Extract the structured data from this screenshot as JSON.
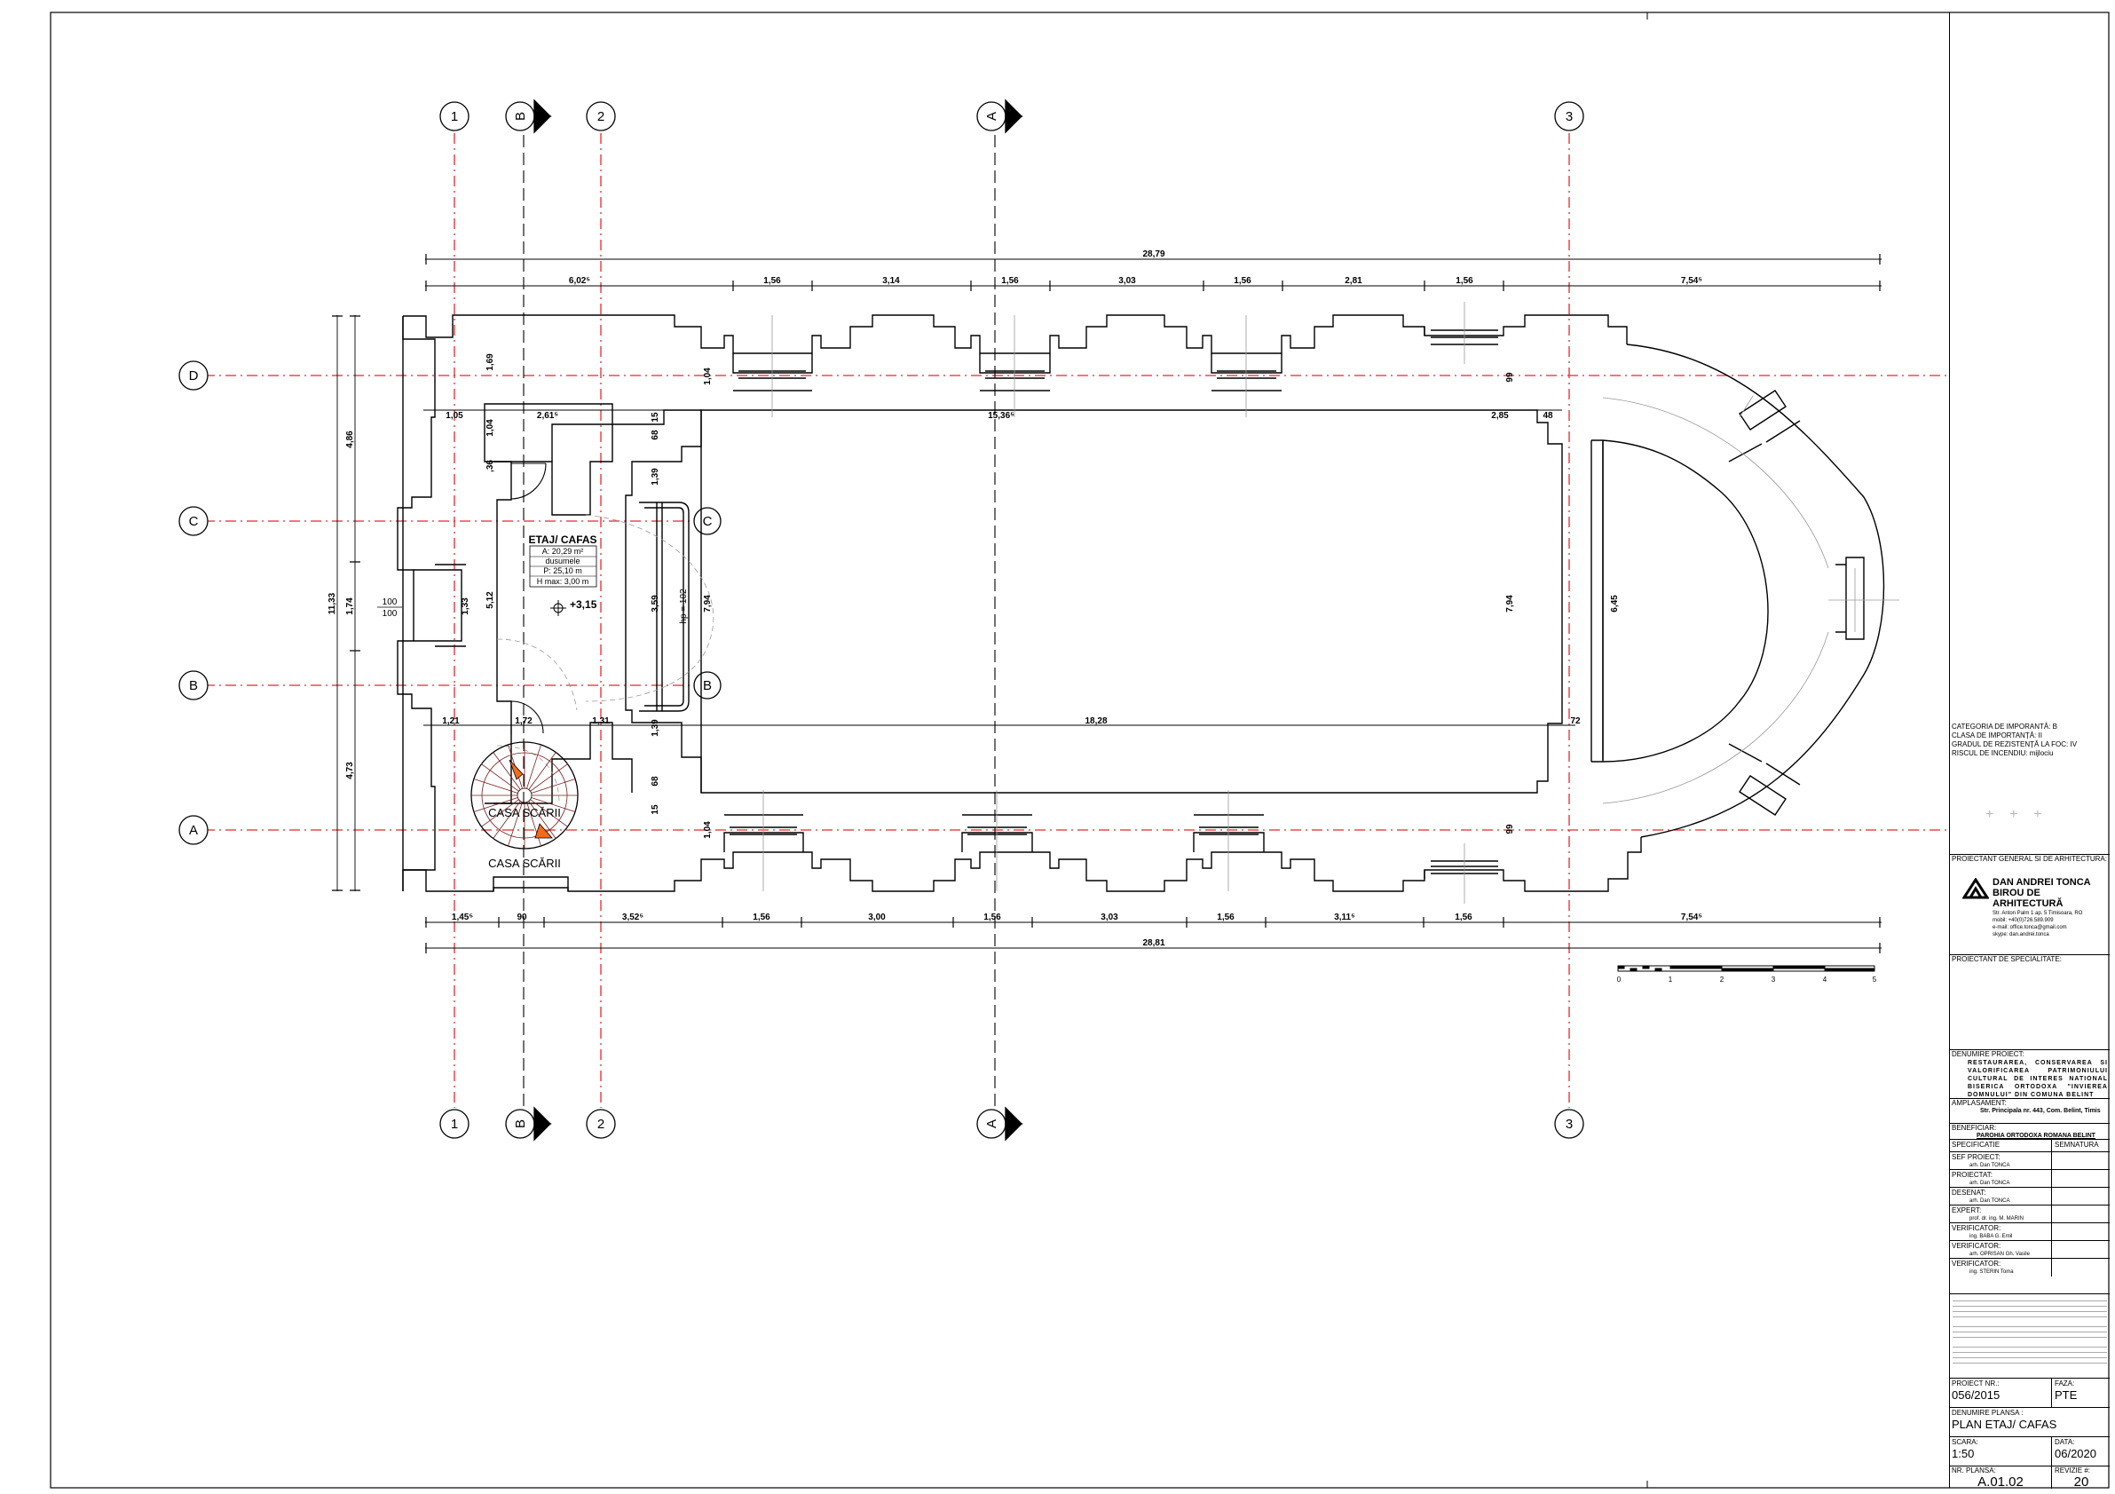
{
  "axes": {
    "vertical": [
      {
        "label": "1"
      },
      {
        "label": "B"
      },
      {
        "label": "2"
      },
      {
        "label": "A"
      },
      {
        "label": "3"
      }
    ],
    "horizontal": [
      {
        "label": "D"
      },
      {
        "label": "C"
      },
      {
        "label": "B"
      },
      {
        "label": "A"
      }
    ],
    "inner": {
      "c": "C",
      "b": "B"
    }
  },
  "dimensions": {
    "top_total": "28,79",
    "top_chain": [
      "6,02⁵",
      "1,56",
      "3,14",
      "1,56",
      "3,03",
      "1,56",
      "2,81",
      "1,56",
      "7,54⁵"
    ],
    "bottom_chain": [
      "1,45⁵",
      "90",
      "3,52⁵",
      "1,56",
      "3,00",
      "1,56",
      "3,03",
      "1,56",
      "3,11⁵",
      "1,56",
      "7,54⁵"
    ],
    "bottom_total": "28,81",
    "left_total": "11,33",
    "left_chain": [
      "4,86",
      "1,74",
      "4,73"
    ],
    "interior_top": [
      "1,05",
      "2,61⁵",
      "15,36⁵",
      "2,85",
      "48"
    ],
    "interior_bottom": [
      "1,21",
      "1,72",
      "1,31",
      "18,28",
      "72"
    ],
    "vertical_misc": [
      "1,69",
      "1,04",
      ",36",
      "1,33",
      "5,12",
      "15",
      "68",
      "1,39",
      "3,59",
      "7,94",
      "1,39",
      "68",
      "15",
      "1,04",
      "1,04",
      "99",
      "7,94",
      "6,45",
      "99"
    ],
    "opening": [
      "100",
      "100"
    ],
    "hp": "hp = 102",
    "level": "+3,15"
  },
  "room": {
    "name": "ETAJ/ CAFAS",
    "area": "A: 20,29 m²",
    "finish": "dusumele",
    "perimeter": "P: 25,10 m",
    "hmax": "H max: 3,00 m"
  },
  "stairs": {
    "label1": "CASA SCĂRII",
    "label2": "CASA SCĂRII"
  },
  "scale_bar": {
    "ticks": [
      "0",
      "1",
      "2",
      "3",
      "4",
      "5"
    ]
  },
  "title_block": {
    "categoria": "CATEGORIA DE IMPORANTĂ: B",
    "clasa": "CLASA DE IMPORTANȚĂ: II",
    "grad": "GRADUL DE REZISTENȚĂ LA FOC: IV",
    "risc": "RISCUL DE INCENDIU: mijlociu",
    "proiectant_general": "PROIECTANT GENERAL SI DE ARHITECTURA:",
    "firm_line1": "DAN ANDREI TONCA",
    "firm_line2": "BIROU DE ARHITECTURĂ",
    "firm_addr": "Str. Anton Palm 1 ap. 5 Timisoara, RO",
    "firm_mobil": "mobil: +40(0)726.589.909",
    "firm_email": "e-mail: office.tonca@gmail.com",
    "firm_skype": "skype: dan.andrei.tonca",
    "proiectant_specialitate": "PROIECTANT DE SPECIALITATE:",
    "denumire_proiect_label": "DENUMIRE PROIECT:",
    "denumire_proiect": "RESTAURAREA, CONSERVAREA SI VALORIFICAREA PATRIMONIULUI CULTURAL DE INTERES NATIONAL BISERICA ORTODOXA \"INVIEREA DOMNULUI\" DIN COMUNA BELINT",
    "amplasament_label": "AMPLASAMENT:",
    "amplasament": "Str. Principala nr. 443, Com. Belint, Timis",
    "beneficiar_label": "BENEFICIAR:",
    "beneficiar": "PAROHIA ORTODOXA ROMANA BELINT",
    "specificatie": "SPECIFICATIE",
    "semnatura": "SEMNATURA",
    "roles": [
      {
        "role": "SEF PROIECT:",
        "name": "arh. Dan TONCA"
      },
      {
        "role": "PROIECTAT:",
        "name": "arh. Dan TONCA"
      },
      {
        "role": "DESENAT:",
        "name": "arh. Dan TONCA"
      },
      {
        "role": "EXPERT:",
        "name": "prof. dr. ing. M. MARIN"
      },
      {
        "role": "VERIFICATOR:",
        "name": "ing. BABA G. Emil"
      },
      {
        "role": "VERIFICATOR:",
        "name": "arh. OPRISAN Gh. Vasile"
      },
      {
        "role": "VERIFICATOR:",
        "name": "ing. STERIN Toma"
      }
    ],
    "proiect_nr_label": "PROIECT NR.:",
    "proiect_nr": "056/2015",
    "faza_label": "FAZA:",
    "faza": "PTE",
    "denumire_plansa_label": "DENUMIRE PLANSA :",
    "denumire_plansa": "PLAN ETAJ/ CAFAS",
    "scara_label": "SCARA:",
    "scara": "1:50",
    "data_label": "DATA:",
    "data": "06/2020",
    "nr_plansa_label": "NR. PLANSA:",
    "nr_plansa": "A.01.02",
    "revizie_label": "REVIZIE #:",
    "revizie": "20"
  },
  "colors": {
    "axis": "#e8262c",
    "line": "#000000",
    "marker": "#f26a1b"
  }
}
